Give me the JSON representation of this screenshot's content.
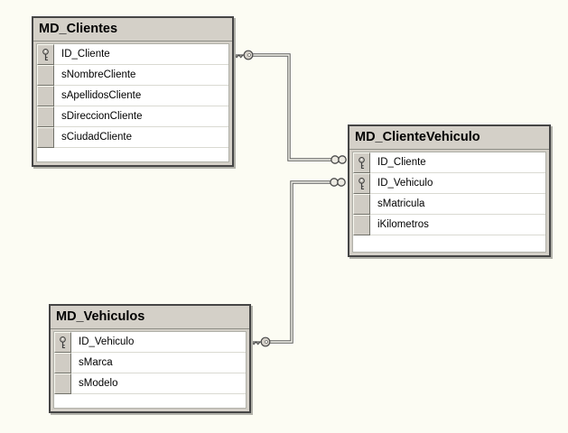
{
  "diagram": {
    "type": "database-relationship-diagram",
    "tables": [
      {
        "title": "MD_Clientes",
        "columns": [
          {
            "name": "ID_Cliente",
            "primary_key": true
          },
          {
            "name": "sNombreCliente",
            "primary_key": false
          },
          {
            "name": "sApellidosCliente",
            "primary_key": false
          },
          {
            "name": "sDireccionCliente",
            "primary_key": false
          },
          {
            "name": "sCiudadCliente",
            "primary_key": false
          }
        ]
      },
      {
        "title": "MD_ClienteVehiculo",
        "columns": [
          {
            "name": "ID_Cliente",
            "primary_key": true
          },
          {
            "name": "ID_Vehiculo",
            "primary_key": true
          },
          {
            "name": "sMatricula",
            "primary_key": false
          },
          {
            "name": "iKilometros",
            "primary_key": false
          }
        ]
      },
      {
        "title": "MD_Vehiculos",
        "columns": [
          {
            "name": "ID_Vehiculo",
            "primary_key": true
          },
          {
            "name": "sMarca",
            "primary_key": false
          },
          {
            "name": "sModelo",
            "primary_key": false
          }
        ]
      }
    ],
    "relationships": [
      {
        "from_table": "MD_Clientes",
        "from_column": "ID_Cliente",
        "to_table": "MD_ClienteVehiculo",
        "to_column": "ID_Cliente",
        "type": "one-to-many",
        "one_end_symbol": "key-icon",
        "many_end_symbol": "infinity-icon"
      },
      {
        "from_table": "MD_Vehiculos",
        "from_column": "ID_Vehiculo",
        "to_table": "MD_ClienteVehiculo",
        "to_column": "ID_Vehiculo",
        "type": "one-to-many",
        "one_end_symbol": "key-icon",
        "many_end_symbol": "infinity-icon"
      }
    ],
    "icons": {
      "primary_key": "primary-key-icon",
      "one_side": "one-side-key-icon",
      "many_side": "many-side-infinity-icon"
    },
    "colors": {
      "canvas_background": "#fcfcf3",
      "titlebar": "#d4d0c8",
      "window_border": "#454545",
      "grid_background": "#ffffff",
      "row_separator": "#dadad2",
      "connector_dark": "#5c5c5c",
      "connector_light": "#f6f6ee"
    }
  }
}
